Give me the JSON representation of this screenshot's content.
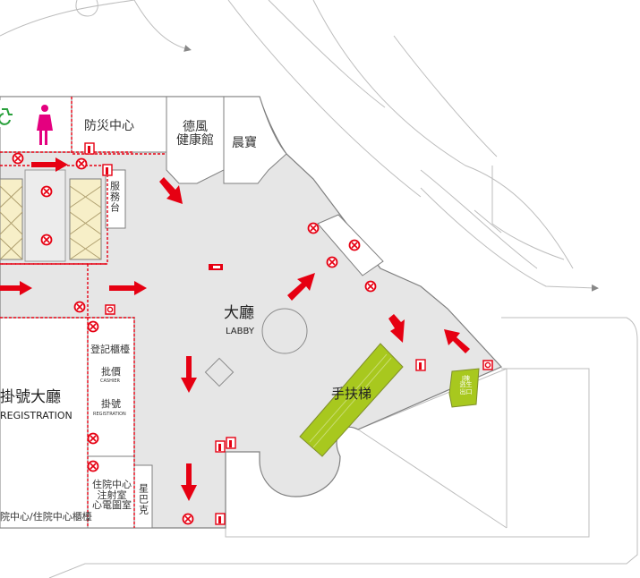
{
  "labels": {
    "disaster_center": "防災中心",
    "defeng_line1": "德風",
    "defeng_line2": "健康館",
    "chenbao": "晨寶",
    "service_desk": "服務台",
    "lobby_zh": "大廳",
    "lobby_en": "LABBY",
    "registration_zh": "掛號大廳",
    "registration_en": "REGISTRATION",
    "reg_counter": "登記櫃檯",
    "cashier_zh": "批價",
    "cashier_en": "CASHIER",
    "registration_small_zh": "掛號",
    "registration_small_en": "REGISTRATION",
    "inpatient_center_line1": "住院中心",
    "inpatient_center_line2": "注射室",
    "inpatient_center_line3": "心電圖室",
    "starbucks": "星巴克",
    "escalator": "手扶梯",
    "exit_sign_line1": "J棟",
    "exit_sign_line2": "逃生",
    "exit_sign_line3": "出口",
    "inpatient_counter": "院中心/住院中心櫃檯"
  },
  "colors": {
    "red": "#e60012",
    "escalator_green": "#a8c81e",
    "floor_gray": "#e6e6e6",
    "elevator_fill": "#f7efc8",
    "pink": "#e4007f",
    "green": "#2aa03c",
    "outline": "#7f7f7f",
    "road": "#bdbdbd"
  },
  "icons": [
    "restroom-accessible-icon",
    "restroom-female-icon",
    "fire-extinguisher-icon",
    "fire-hydrant-icon",
    "direction-arrow-icon",
    "exit-door-icon"
  ]
}
